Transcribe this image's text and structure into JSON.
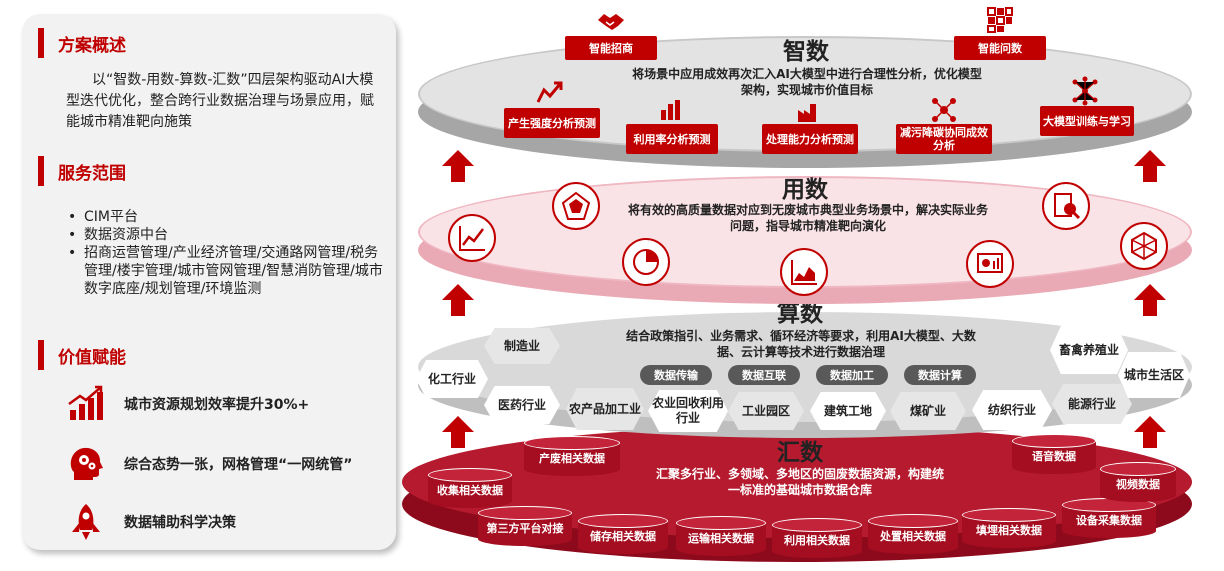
{
  "left": {
    "overview_title": "方案概述",
    "overview_text": "以“智数-用数-算数-汇数”四层架构驱动AI大模型迭代优化，整合跨行业数据治理与场景应用，赋能城市精准靶向施策",
    "scope_title": "服务范围",
    "scope_items": [
      "CIM平台",
      "数据资源中台",
      "招商运营管理/产业经济管理/交通路网管理/税务管理/楼宇管理/城市管网管理/智慧消防管理/城市数字底座/规划管理/环境监测"
    ],
    "value_title": "价值赋能",
    "values": [
      {
        "icon": "bar-chart-growth-icon",
        "text": "城市资源规划效率提升30%+"
      },
      {
        "icon": "head-gears-icon",
        "text": "综合态势一张，网格管理“一网统管”"
      },
      {
        "icon": "rocket-icon",
        "text": "数据辅助科学决策"
      }
    ]
  },
  "colors": {
    "accent": "#c00000",
    "dark_red": "#a50d20",
    "pink": "#f7d6db",
    "grey": "#d9d9d9"
  },
  "zhishu": {
    "title": "智数",
    "desc": "将场景中应用成效再次汇入AI大模型中进行合理性分析，优化模型架构，实现城市价值目标",
    "tags": [
      "智能招商",
      "智能问数",
      "产生强度分析预测",
      "利用率分析预测",
      "处理能力分析预测",
      "减污降碳协同成效分析",
      "大模型训练与学习"
    ]
  },
  "yongshu": {
    "title": "用数",
    "desc": "将有效的高质量数据对应到无废城市典型业务场景中，解决实际业务问题，指导城市精准靶向演化",
    "icons": [
      "pentagon-radar-icon",
      "trend-line-icon",
      "pie-chart-icon",
      "area-chart-icon",
      "dashboard-icon",
      "document-search-icon",
      "network-polygon-icon"
    ]
  },
  "suanshu": {
    "title": "算数",
    "desc": "结合政策指引、业务需求、循环经济等要求，利用AI大模型、大数据、云计算等技术进行数据治理",
    "pills": [
      "数据传输",
      "数据互联",
      "数据加工",
      "数据计算"
    ],
    "industries": [
      "化工行业",
      "制造业",
      "医药行业",
      "农产品加工业",
      "农业回收利用行业",
      "工业园区",
      "建筑工地",
      "煤矿业",
      "纺织行业",
      "能源行业",
      "畜禽养殖业",
      "城市生活区"
    ]
  },
  "huishu": {
    "title": "汇数",
    "desc": "汇聚多行业、多领域、多地区的固废数据资源，构建统一标准的基础城市数据仓库",
    "drums": [
      "产废相关数据",
      "收集相关数据",
      "第三方平台对接",
      "储存相关数据",
      "运输相关数据",
      "利用相关数据",
      "处置相关数据",
      "填埋相关数据",
      "设备采集数据",
      "视频数据",
      "语音数据"
    ]
  }
}
